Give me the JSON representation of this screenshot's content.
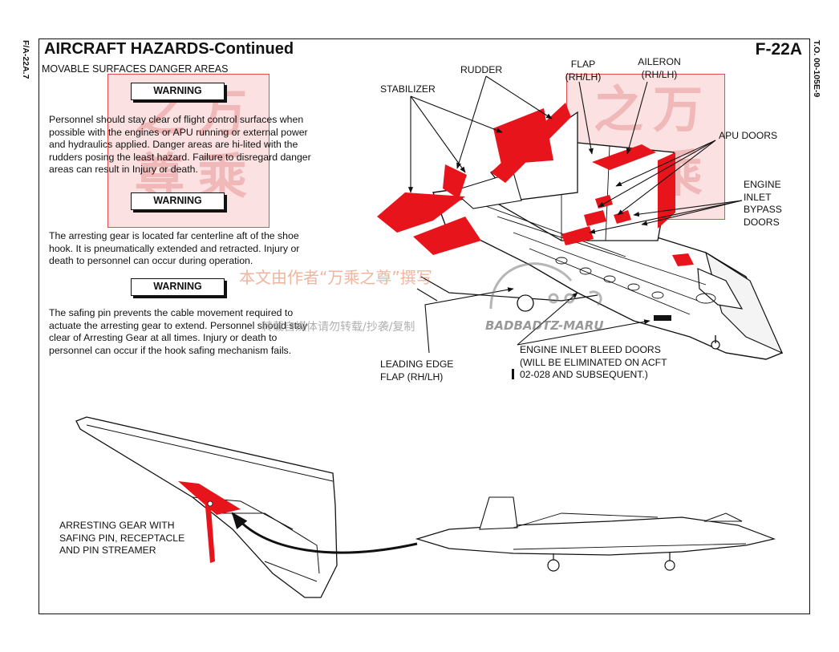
{
  "header": {
    "side_left": "F/A-22A.7",
    "side_right": "T.O. 00-105E-9",
    "title": "AIRCRAFT HAZARDS-Continued",
    "model": "F-22A",
    "subtitle": "MOVABLE SURFACES DANGER AREAS"
  },
  "warnings": [
    {
      "label": "WARNING",
      "text": "Personnel should stay clear of flight control surfaces when possible with the engines or APU running or external power and hydraulics applied.  Danger areas are hi-lited with the rudders posing the least hazard.  Failure to disregard danger areas can result in Injury or death."
    },
    {
      "label": "WARNING",
      "text": "The arresting gear is located far centerline aft of the shoe hook.  It is pneumatically extended and retracted.  Injury or death to personnel can occur during operation."
    },
    {
      "label": "WARNING",
      "text": "The safing pin prevents the cable movement required to actuate the arresting gear to extend.  Personnel should stay clear of Arresting Gear at all times.  Injury or death to personnel can occur if the hook safing mechanism fails."
    }
  ],
  "callouts": {
    "stabilizer": "STABILIZER",
    "rudder": "RUDDER",
    "flap_1": "FLAP",
    "flap_2": "(RH/LH)",
    "aileron_1": "AILERON",
    "aileron_2": "(RH/LH)",
    "apu_doors": "APU DOORS",
    "bypass_1": "ENGINE",
    "bypass_2": "INLET",
    "bypass_3": "BYPASS",
    "bypass_4": "DOORS",
    "lef_1": "LEADING EDGE",
    "lef_2": "FLAP (RH/LH)",
    "bleed_1": "ENGINE INLET BLEED DOORS",
    "bleed_2": "(WILL BE ELIMINATED ON ACFT",
    "bleed_3": "02-028 AND SUBSEQUENT.)",
    "arresting_1": "ARRESTING GEAR WITH",
    "arresting_2": "SAFING PIN, RECEPTACLE",
    "arresting_3": "AND PIN STREAMER"
  },
  "watermark": {
    "line1": "本文由作者“万乘之尊”撰写",
    "line2": "转载自媒体请勿转载/抄袭/复制",
    "brand": "BADBADTZ-MARU",
    "seal_chars": [
      "之",
      "万",
      "尊",
      "乘"
    ]
  },
  "colors": {
    "danger_red": "#e8141c",
    "line": "#111111",
    "watermark_red": "#e24e4e"
  }
}
